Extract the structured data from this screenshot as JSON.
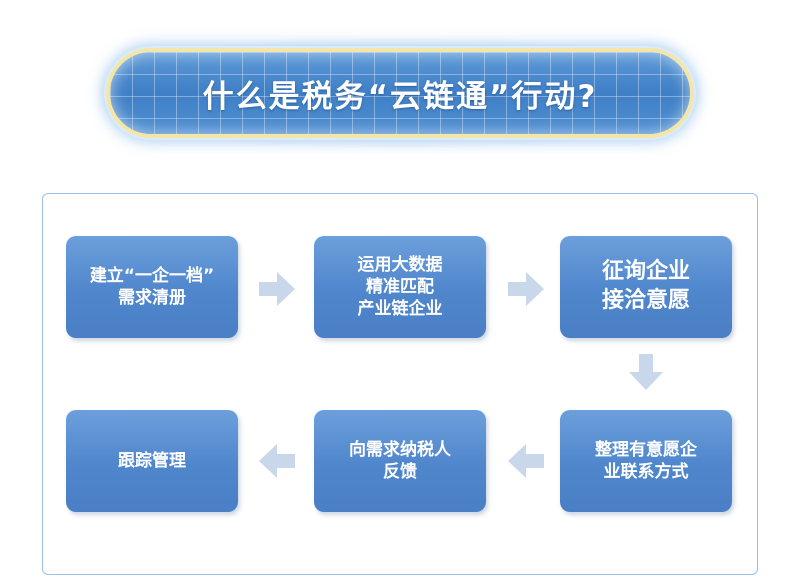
{
  "title": "什么是税务“云链通”行动?",
  "steps": [
    "建立“一企一档”\n需求清册",
    "运用大数据\n精准匹配\n产业链企业",
    "征询企业\n接洽意愿",
    "整理有意愿企\n业联系方式",
    "向需求纳税人\n反馈",
    "跟踪管理"
  ],
  "colors": {
    "box": "#5a8fd2",
    "arrow": "#c9d7ea",
    "title_border": "#f3e6a8"
  }
}
